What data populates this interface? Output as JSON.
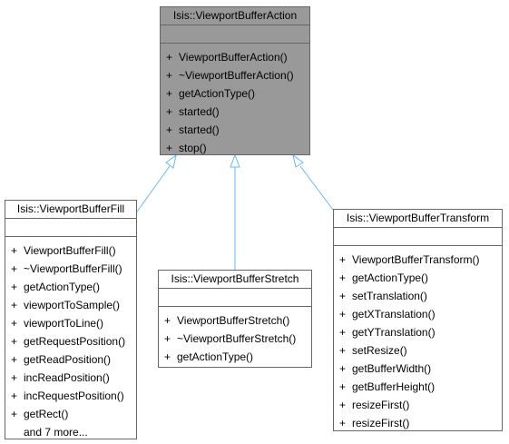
{
  "classes": {
    "base": {
      "name": "Isis::ViewportBufferAction",
      "operations": [
        {
          "vis": "+",
          "name": "ViewportBufferAction()"
        },
        {
          "vis": "+",
          "name": "~ViewportBufferAction()"
        },
        {
          "vis": "+",
          "name": "getActionType()"
        },
        {
          "vis": "+",
          "name": "started()"
        },
        {
          "vis": "+",
          "name": "started()"
        },
        {
          "vis": "+",
          "name": "stop()"
        }
      ]
    },
    "fill": {
      "name": "Isis::ViewportBufferFill",
      "operations": [
        {
          "vis": "+",
          "name": "ViewportBufferFill()"
        },
        {
          "vis": "+",
          "name": "~ViewportBufferFill()"
        },
        {
          "vis": "+",
          "name": "getActionType()"
        },
        {
          "vis": "+",
          "name": "viewportToSample()"
        },
        {
          "vis": "+",
          "name": "viewportToLine()"
        },
        {
          "vis": "+",
          "name": "getRequestPosition()"
        },
        {
          "vis": "+",
          "name": "getReadPosition()"
        },
        {
          "vis": "+",
          "name": "incReadPosition()"
        },
        {
          "vis": "+",
          "name": "incRequestPosition()"
        },
        {
          "vis": "+",
          "name": "getRect()"
        }
      ],
      "more": "and 7 more..."
    },
    "stretch": {
      "name": "Isis::ViewportBufferStretch",
      "operations": [
        {
          "vis": "+",
          "name": "ViewportBufferStretch()"
        },
        {
          "vis": "+",
          "name": "~ViewportBufferStretch()"
        },
        {
          "vis": "+",
          "name": "getActionType()"
        }
      ]
    },
    "transform": {
      "name": "Isis::ViewportBufferTransform",
      "operations": [
        {
          "vis": "+",
          "name": "ViewportBufferTransform()"
        },
        {
          "vis": "+",
          "name": "getActionType()"
        },
        {
          "vis": "+",
          "name": "setTranslation()"
        },
        {
          "vis": "+",
          "name": "getXTranslation()"
        },
        {
          "vis": "+",
          "name": "getYTranslation()"
        },
        {
          "vis": "+",
          "name": "setResize()"
        },
        {
          "vis": "+",
          "name": "getBufferWidth()"
        },
        {
          "vis": "+",
          "name": "getBufferHeight()"
        },
        {
          "vis": "+",
          "name": "resizeFirst()"
        },
        {
          "vis": "+",
          "name": "resizeFirst()"
        }
      ]
    }
  },
  "colors": {
    "base_fill": "#999999",
    "border": "#666666",
    "inheritance_edge": "#63b8ff"
  }
}
